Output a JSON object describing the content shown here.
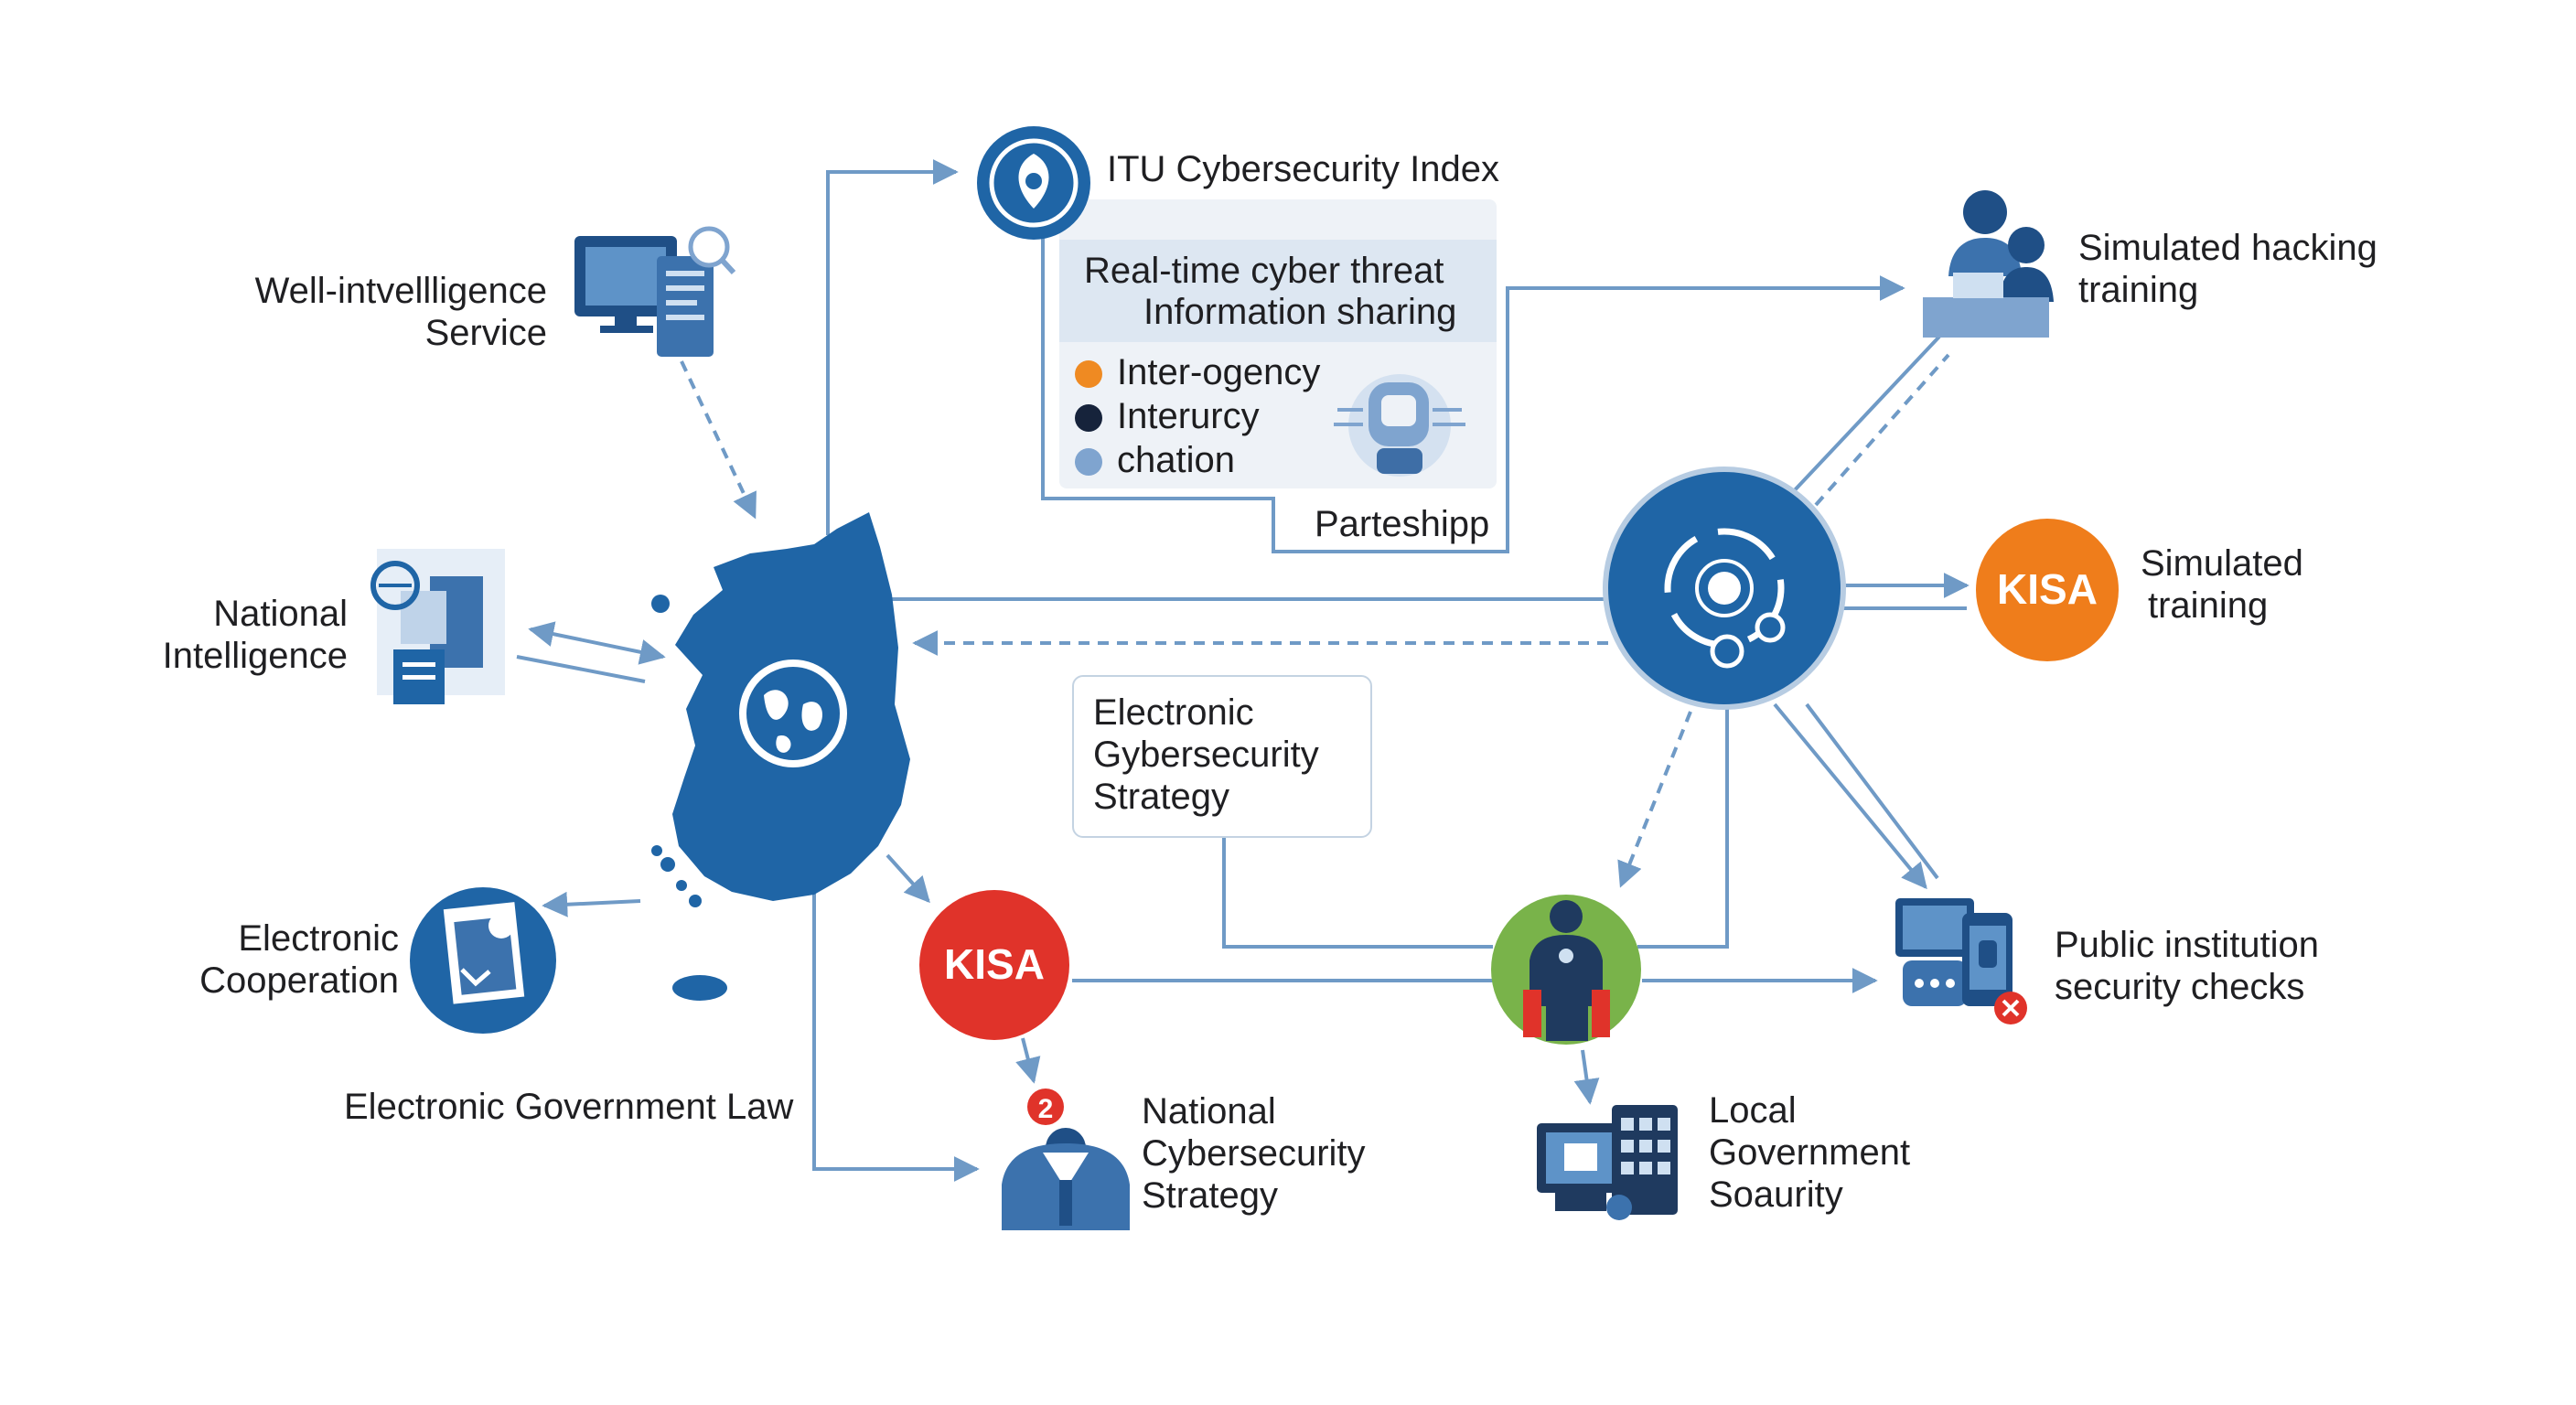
{
  "colors": {
    "primary_blue": "#1f65a6",
    "line_blue": "#6f9ac6",
    "kisa_orange": "#ef7d1b",
    "kisa_red": "#e0332a",
    "green": "#79b34a",
    "navy": "#16233b",
    "panel_bg": "#eef2f7",
    "panel_header": "#dde7f2"
  },
  "itu": {
    "title": "ITU Cybersecurity Index"
  },
  "panel": {
    "header_line1": "Real-time cyber threat",
    "header_line2": "Information sharing",
    "legend": [
      {
        "label": "Inter-ogency",
        "color": "#ef8a22"
      },
      {
        "label": "Interurcy",
        "color": "#16233b"
      },
      {
        "label": "chation",
        "color": "#7fa4cf"
      }
    ],
    "partnership": "Parteshipp"
  },
  "nodes": {
    "well_intel": {
      "line1": "Well-intvellligence",
      "line2": "Service"
    },
    "national_intel": {
      "line1": "National",
      "line2": "Intelligence"
    },
    "electronic_coop": {
      "line1": "Electronic",
      "line2": "Cooperation"
    },
    "egov_law": "Electronic Government Law",
    "e_cyber_strategy": {
      "line1": "Electronic",
      "line2": "Gybersecurity",
      "line3": "Strategy"
    },
    "kisa_red": "KISA",
    "kisa_orange": "KISA",
    "badge_number": "2",
    "national_cyber": {
      "line1": "National",
      "line2": "Cybersecurity",
      "line3": "Strategy"
    },
    "local_gov": {
      "line1": "Local",
      "line2": "Government",
      "line3": "Soaurity"
    },
    "simulated_hacking": {
      "line1": "Simulated hacking",
      "line2": "training"
    },
    "simulated_training": {
      "line1": "Simulated",
      "line2": "training"
    },
    "public_checks": {
      "line1": "Public institution",
      "line2": "security checks"
    }
  },
  "icons": [
    "computer-monitor-icon",
    "documents-icon",
    "korea-map",
    "globe-icon",
    "handshake-document-icon",
    "robot-head-icon",
    "hub-target-icon",
    "presenter-people-icon",
    "worker-icon",
    "desktop-icon",
    "devices-icon",
    "person-badge-icon"
  ]
}
